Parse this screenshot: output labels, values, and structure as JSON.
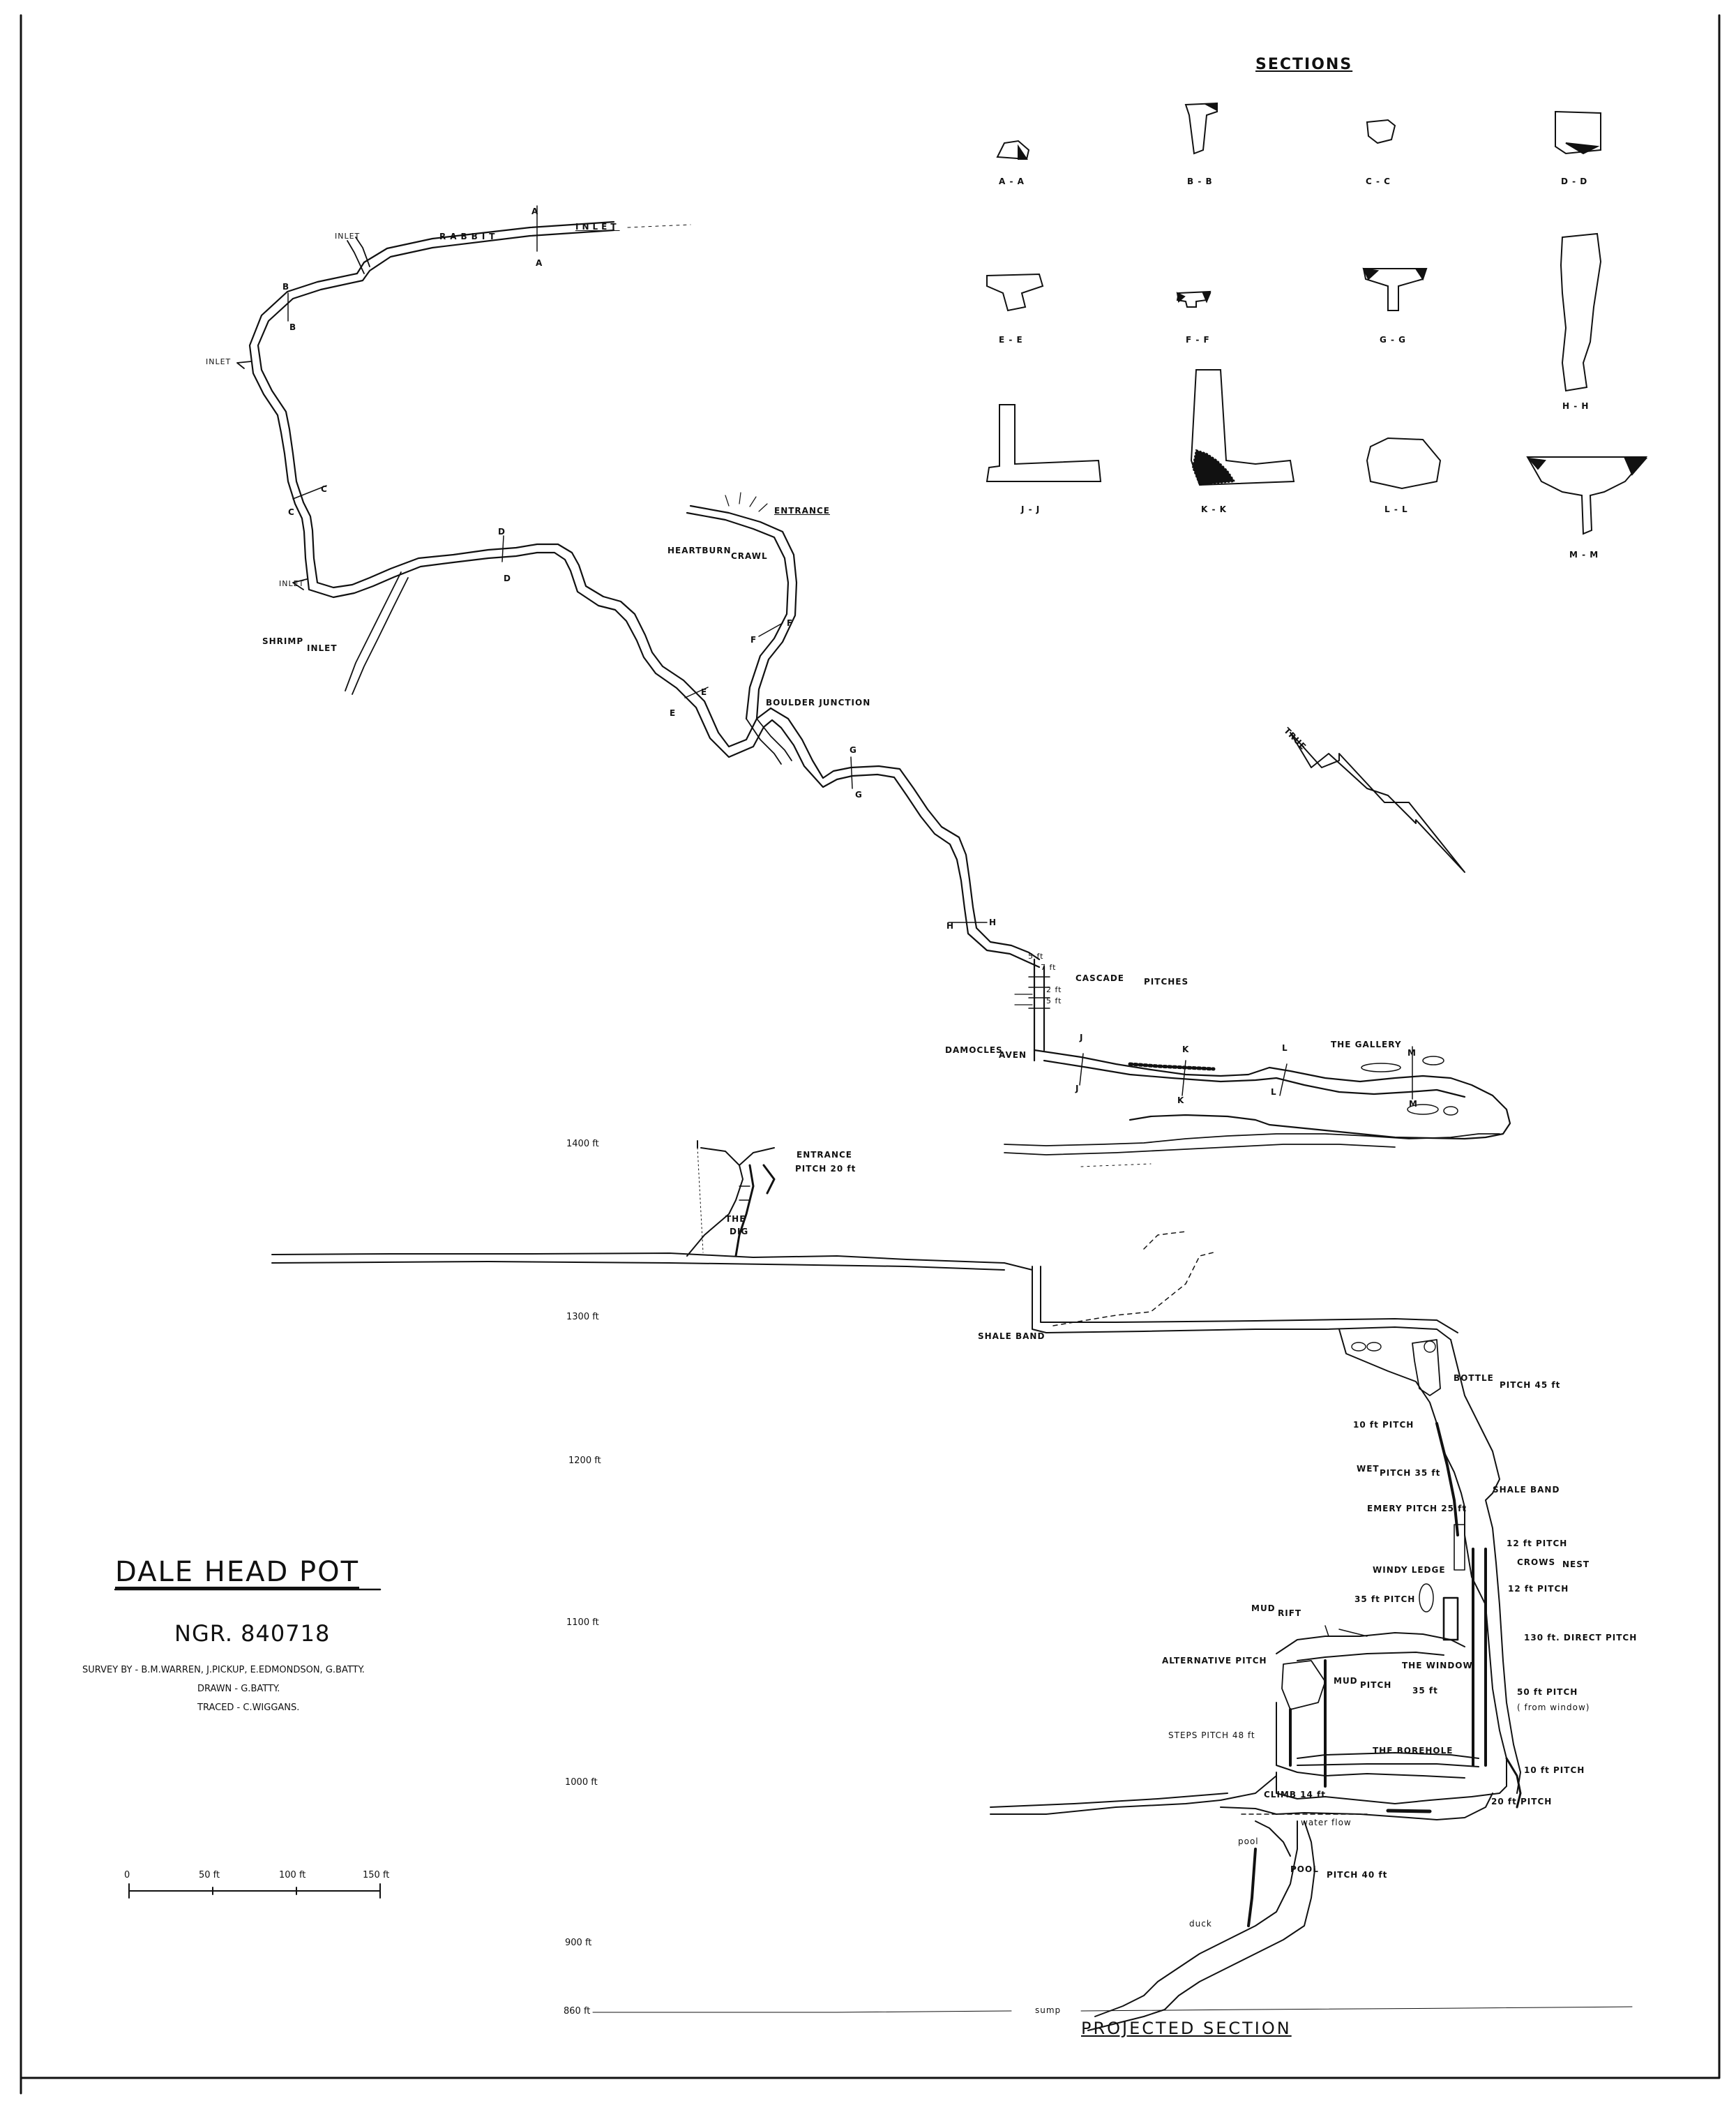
{
  "map": {
    "title": "DALE HEAD POT",
    "grid_ref": "NGR. 840718",
    "credits": {
      "survey": "SURVEY BY - B.M.WARREN, J.PICKUP, E.EDMONDSON, G.BATTY.",
      "drawn": "DRAWN - G.BATTY.",
      "traced": "TRACED - C.WIGGANS."
    },
    "north_arrow": "TRUE",
    "scale": {
      "ticks": [
        "0",
        "50 ft",
        "100 ft",
        "150 ft"
      ]
    }
  },
  "sections": {
    "title": "SECTIONS",
    "labels": [
      "A - A",
      "B - B",
      "C - C",
      "D - D",
      "E - E",
      "F - F",
      "G - G",
      "H - H",
      "J - J",
      "K - K",
      "L - L",
      "M - M"
    ]
  },
  "plan_labels": {
    "rabbit": "RABBIT",
    "rabbit_inlet": "INLET",
    "inlet_1": "INLET",
    "inlet_2": "INLET",
    "inlet_3": "INLET",
    "shrimp": "SHRIMP",
    "shrimp_inlet": "INLET",
    "entrance": "ENTRANCE",
    "heartburn": "HEARTBURN",
    "crawl": "CRAWL",
    "boulder_junction": "BOULDER JUNCTION",
    "cascade": "CASCADE",
    "pitches": "PITCHES",
    "p5": "5 ft",
    "p7": "7 ft",
    "p2": "2 ft",
    "p5b": "5 ft",
    "damocles": "DAMOCLES",
    "aven": "AVEN",
    "gallery": "THE GALLERY",
    "letters": {
      "A1": "A",
      "A2": "A",
      "B1": "B",
      "B2": "B",
      "C1": "C",
      "C2": "C",
      "D1": "D",
      "D2": "D",
      "E1": "E",
      "E2": "E",
      "F1": "F",
      "F2": "F",
      "G1": "G",
      "G2": "G",
      "H1": "H",
      "H2": "H",
      "J1": "J",
      "J2": "J",
      "K1": "K",
      "K2": "K",
      "L1": "L",
      "L2": "L",
      "M1": "M",
      "M2": "M"
    }
  },
  "section_labels": {
    "entrance_pitch": "ENTRANCE",
    "entrance_pitch_2": "PITCH 20 ft",
    "the_dig": "THE",
    "the_dig_2": "DIG",
    "shale_band_1": "SHALE BAND",
    "bottle_pitch": "BOTTLE",
    "bottle_pitch_2": "PITCH 45 ft",
    "ten_ft_pitch": "10 ft PITCH",
    "wet_pitch": "WET",
    "wet_pitch_2": "PITCH 35 ft",
    "shale_band_2": "SHALE BAND",
    "emery_pitch": "EMERY PITCH 25 ft",
    "twelve_pitch_1": "12 ft PITCH",
    "crows": "CROWS",
    "nest": "NEST",
    "twelve_pitch_2": "12 ft PITCH",
    "windy_ledge": "WINDY LEDGE",
    "thirtyfive_pitch": "35 ft PITCH",
    "mud_rift": "MUD",
    "mud_rift_2": "RIFT",
    "direct_pitch": "130 ft. DIRECT PITCH",
    "alternative_pitch": "ALTERNATIVE PITCH",
    "the_window": "THE WINDOW",
    "mud_pitch": "MUD",
    "mud_pitch_2": "PITCH",
    "mud_pitch_3": "35 ft",
    "fifty_pitch": "50 ft PITCH",
    "from_window": "( from window)",
    "steps_pitch": "STEPS PITCH 48 ft",
    "borehole": "THE BOREHOLE",
    "ten_pitch_2": "10 ft PITCH",
    "climb": "CLIMB 14 ft",
    "twenty_pitch": "20 ft PITCH",
    "water_flow": "water flow",
    "pool": "pool",
    "pool_pitch": "POOL",
    "pool_pitch_2": "PITCH 40 ft",
    "duck": "duck",
    "sump": "sump",
    "projected": "PROJECTED SECTION"
  },
  "depths": [
    "1400 ft",
    "1300 ft",
    "1200 ft",
    "1100 ft",
    "1000 ft",
    "900 ft",
    "860 ft"
  ]
}
